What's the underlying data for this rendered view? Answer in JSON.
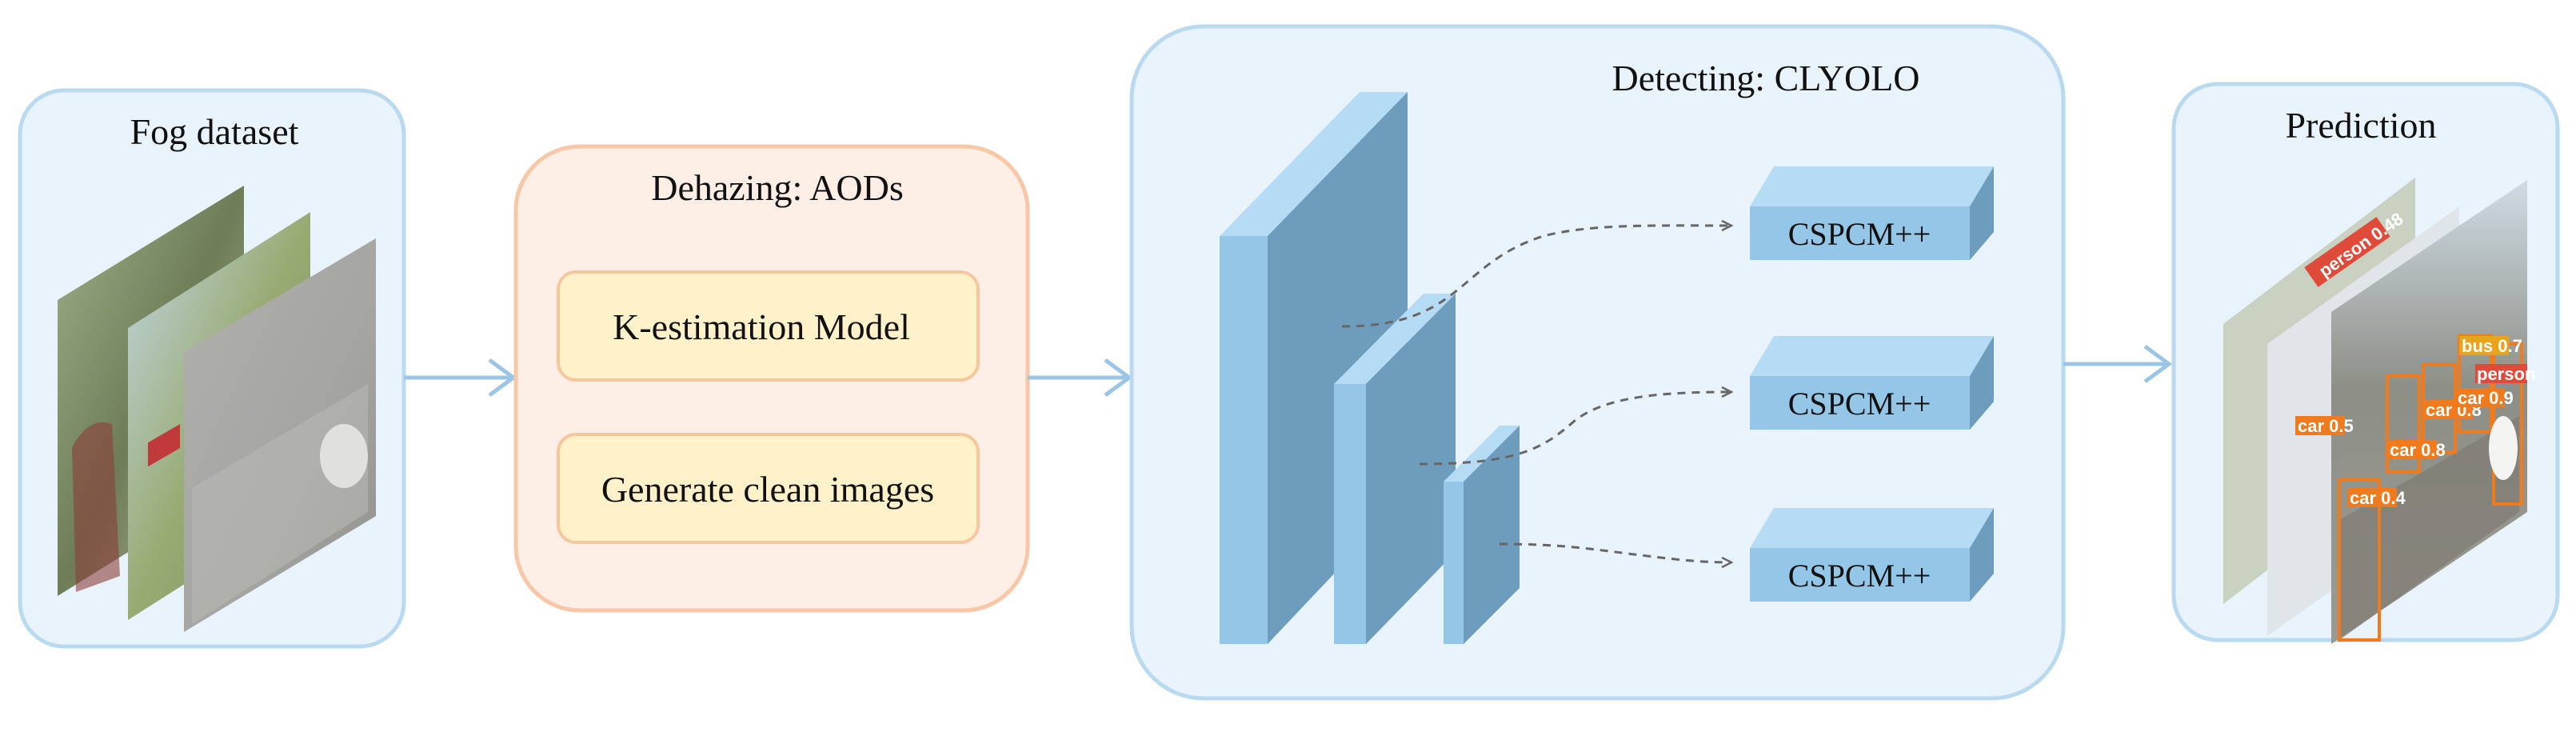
{
  "fog_dataset": {
    "title": "Fog dataset"
  },
  "dehazing": {
    "title": "Dehazing: AODs",
    "steps": [
      "K-estimation Model",
      "Generate clean images"
    ]
  },
  "detecting": {
    "title": "Detecting: CLYOLO",
    "blocks": [
      "CSPCM++",
      "CSPCM++",
      "CSPCM++"
    ]
  },
  "prediction": {
    "title": "Prediction",
    "detection_tags": [
      "person 0.48",
      "car 0.5",
      "car 0.8",
      "car 0.8",
      "car 0.4",
      "car 0.9",
      "bus 0.7",
      "person"
    ]
  },
  "colors": {
    "panel_blue_fill": "#e8f3fb",
    "panel_blue_stroke": "#b9d9ef",
    "panel_orange_fill": "#fdeee6",
    "panel_orange_stroke": "#f7c7a8",
    "step_fill": "#fff1c9",
    "step_stroke": "#f5c79f",
    "block_front": "#94c6e8",
    "block_side": "#6d9cbc",
    "block_top": "#b5dcf4",
    "arrow": "#9cc5e5",
    "detect_orange": "#f07a1e",
    "detect_red": "#e04a3a"
  }
}
